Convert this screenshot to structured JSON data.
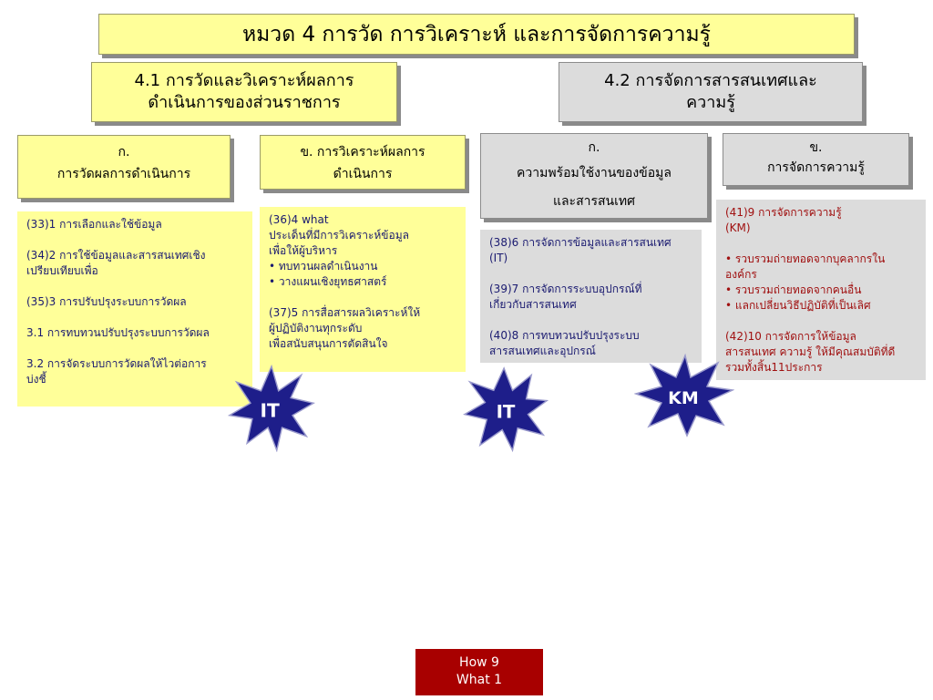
{
  "header": {
    "title": "หมวด 4 การวัด การวิเคราะห์ และการจัดการความรู้"
  },
  "sections": [
    {
      "label": "4.1 การวัดและวิเคราะห์ผลการ\nดำเนินการของส่วนราชการ"
    },
    {
      "label": "4.2 การจัดการสารสนเทศและ\nความรู้"
    }
  ],
  "subs": [
    {
      "code": "ก.",
      "label": "การวัดผลการดำเนินการ"
    },
    {
      "code": "ข. การวิเคราะห์ผลการ",
      "label": "ดำเนินการ"
    },
    {
      "code": "ก.",
      "label": "ความพร้อมใช้งานของข้อมูล\nและสารสนเทศ"
    },
    {
      "code": "ข.",
      "label": "การจัดการความรู้"
    }
  ],
  "lists": {
    "a": [
      "(33)1 การเลือกและใช้ข้อมูล",
      "",
      "(34)2 การใช้ข้อมูลและสารสนเทศเชิง\nเปรียบเทียบเพื่อ",
      "(35)3 การปรับปรุงระบบการวัดผล",
      "3.1 การทบทวนปรับปรุงระบบการวัดผล",
      "3.2 การจัดระบบการวัดผลให้ไวต่อการ\nบ่งชี้"
    ],
    "b": [
      "(36)4  what\nประเด็นที่มีการวิเคราะห์ข้อมูล\nเพื่อให้ผู้บริหาร\n• ทบทวนผลดำเนินงาน\n• วางแผนเชิงยุทธศาสตร์",
      "",
      "(37)5 การสื่อสารผลวิเคราะห์ให้\nผู้ปฏิบัติงานทุกระดับ\nเพื่อสนับสนุนการตัดสินใจ"
    ],
    "c": [
      "(38)6 การจัดการข้อมูลและสารสนเทศ\n(IT)",
      "(39)7 การจัดการระบบอุปกรณ์ที่\nเกี่ยวกับสารสนเทศ",
      "(40)8 การทบทวนปรับปรุงระบบ\nสารสนเทศและอุปกรณ์"
    ],
    "d": [
      "(41)9 การจัดการความรู้\n(KM)",
      "• รวบรวมถ่ายทอดจากบุคลากรใน\nองค์กร\n• รวบรวมถ่ายทอดจากคนอื่น\n• แลกเปลี่ยนวิธีปฏิบัติที่เป็นเลิศ",
      "(42)10 การจัดการให้ข้อมูล\nสารสนเทศ ความรู้ ให้มีคุณสมบัติที่ดี\nรวมทั้งสิ้น11ประการ"
    ]
  },
  "badges": [
    "IT",
    "IT",
    "KM"
  ],
  "footer": {
    "line1": "How  9",
    "line2": "What  1"
  },
  "colors": {
    "yellow": "#ffff99",
    "gray": "#dcdcdc",
    "star": "#1e1e8a",
    "footer": "#a80000"
  }
}
